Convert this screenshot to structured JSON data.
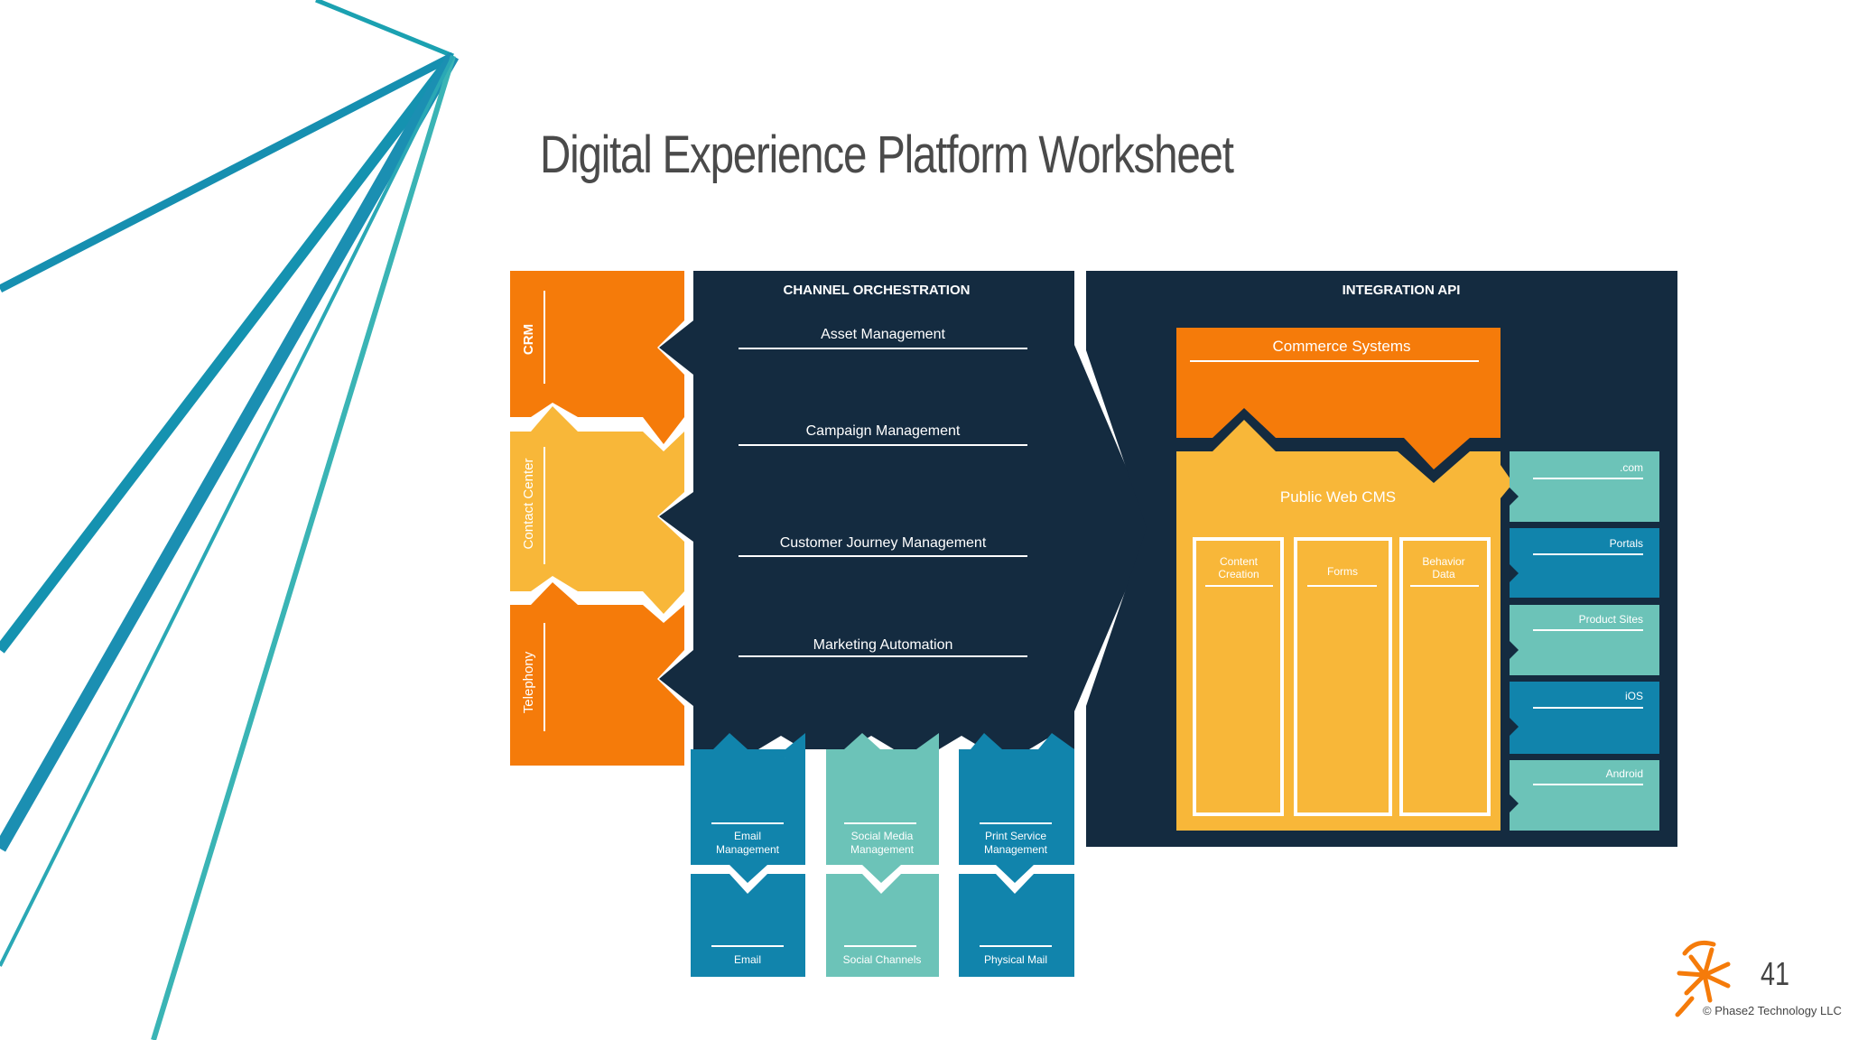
{
  "slide": {
    "title": "Digital Experience Platform Worksheet",
    "page_number": "41",
    "copyright": "© Phase2 Technology LLC"
  },
  "colors": {
    "navy": "#142b40",
    "orange": "#f57b0a",
    "yellow": "#f8b739",
    "teal_dark": "#1184ac",
    "teal_light": "#6cc3b8",
    "line_teal": "#19a3b3"
  },
  "left_stack": [
    "CRM",
    "Contact Center",
    "Telephony"
  ],
  "channel_orchestration": {
    "heading": "CHANNEL ORCHESTRATION",
    "items": [
      "Asset Management",
      "Campaign Management",
      "Customer Journey Management",
      "Marketing Automation"
    ]
  },
  "bottom_columns": [
    {
      "top": [
        "Email",
        "Management"
      ],
      "bottom": "Email"
    },
    {
      "top": [
        "Social Media",
        "Management"
      ],
      "bottom": "Social Channels"
    },
    {
      "top": [
        "Print Service",
        "Management"
      ],
      "bottom": "Physical Mail"
    }
  ],
  "integration_api": {
    "heading": "INTEGRATION API",
    "commerce": "Commerce Systems",
    "cms": "Public Web CMS",
    "cms_columns": [
      [
        "Content",
        "Creation"
      ],
      [
        "Forms"
      ],
      [
        "Behavior",
        "Data"
      ]
    ],
    "outputs": [
      ".com",
      "Portals",
      "Product Sites",
      "iOS",
      "Android"
    ]
  },
  "logo_icon": "phase2-sun-logo-icon"
}
